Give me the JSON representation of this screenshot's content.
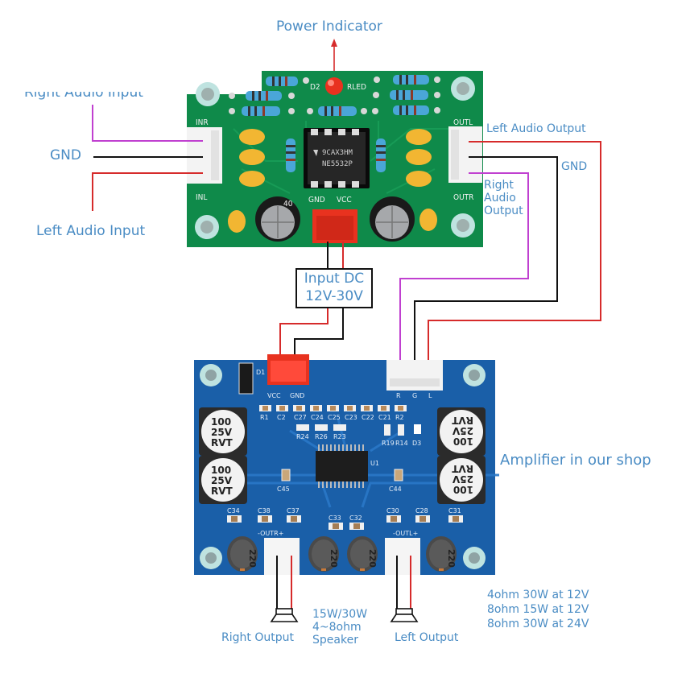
{
  "labels": {
    "power_indicator": "Power Indicator",
    "right_audio_input": "Right Audio Input",
    "gnd_in": "GND",
    "left_audio_input": "Left Audio Input",
    "left_audio_output": "Left Audio Output",
    "gnd_out": "GND",
    "right_audio_output": [
      "Right",
      "Audio",
      "Output"
    ],
    "input_dc": [
      "Input DC",
      "12V-30V"
    ],
    "amplifier_shop": "Amplifier in our shop",
    "right_output": "Right Output",
    "left_output": "Left Output",
    "speaker_spec": [
      "15W/30W",
      "4~8ohm",
      "Speaker"
    ],
    "power_specs": [
      "4ohm 30W at 12V",
      "8ohm 15W at 12V",
      "8ohm 30W at 24V"
    ]
  },
  "preamp_board": {
    "ic_line1": "9CAX3HM",
    "ic_line2": "NE5532P",
    "silk_inr": "INR",
    "silk_inl": "INL",
    "silk_outl": "OUTL",
    "silk_outr": "OUTR",
    "silk_gnd": "GND",
    "silk_vcc": "VCC",
    "silk_d2": "D2",
    "silk_rled": "RLED",
    "ecap_label": "40"
  },
  "amp_board": {
    "silk_vcc": "VCC",
    "silk_gnd": "GND",
    "silk_r": "R",
    "silk_g": "G",
    "silk_l": "L",
    "silk_d1": "D1",
    "silk_u1": "U1",
    "silk_d3": "D3",
    "silk_c45": "C45",
    "silk_c44": "C44",
    "silk_outr": "-OUTR+",
    "silk_outl": "-OUTL+",
    "smd_row": [
      "R1",
      "C2",
      "C27",
      "C24",
      "C25",
      "C23",
      "C22",
      "C21",
      "R2"
    ],
    "smd_row2": [
      "R24",
      "R26",
      "R23"
    ],
    "smd_row3": [
      "R19",
      "R14"
    ],
    "bottom_caps": [
      "C34",
      "C38",
      "C37",
      "C33",
      "C32",
      "C30",
      "C28",
      "C31"
    ],
    "cap_lines": [
      "100",
      "25V",
      "RVT"
    ],
    "inductor_label": "220"
  },
  "colors": {
    "label_blue": "#4a8cc4",
    "wire_red": "#d62b2b",
    "wire_black": "#111111",
    "wire_magenta": "#c040d0",
    "pcb_green": "#0f8a4a",
    "pcb_blue": "#1a5fa8"
  }
}
